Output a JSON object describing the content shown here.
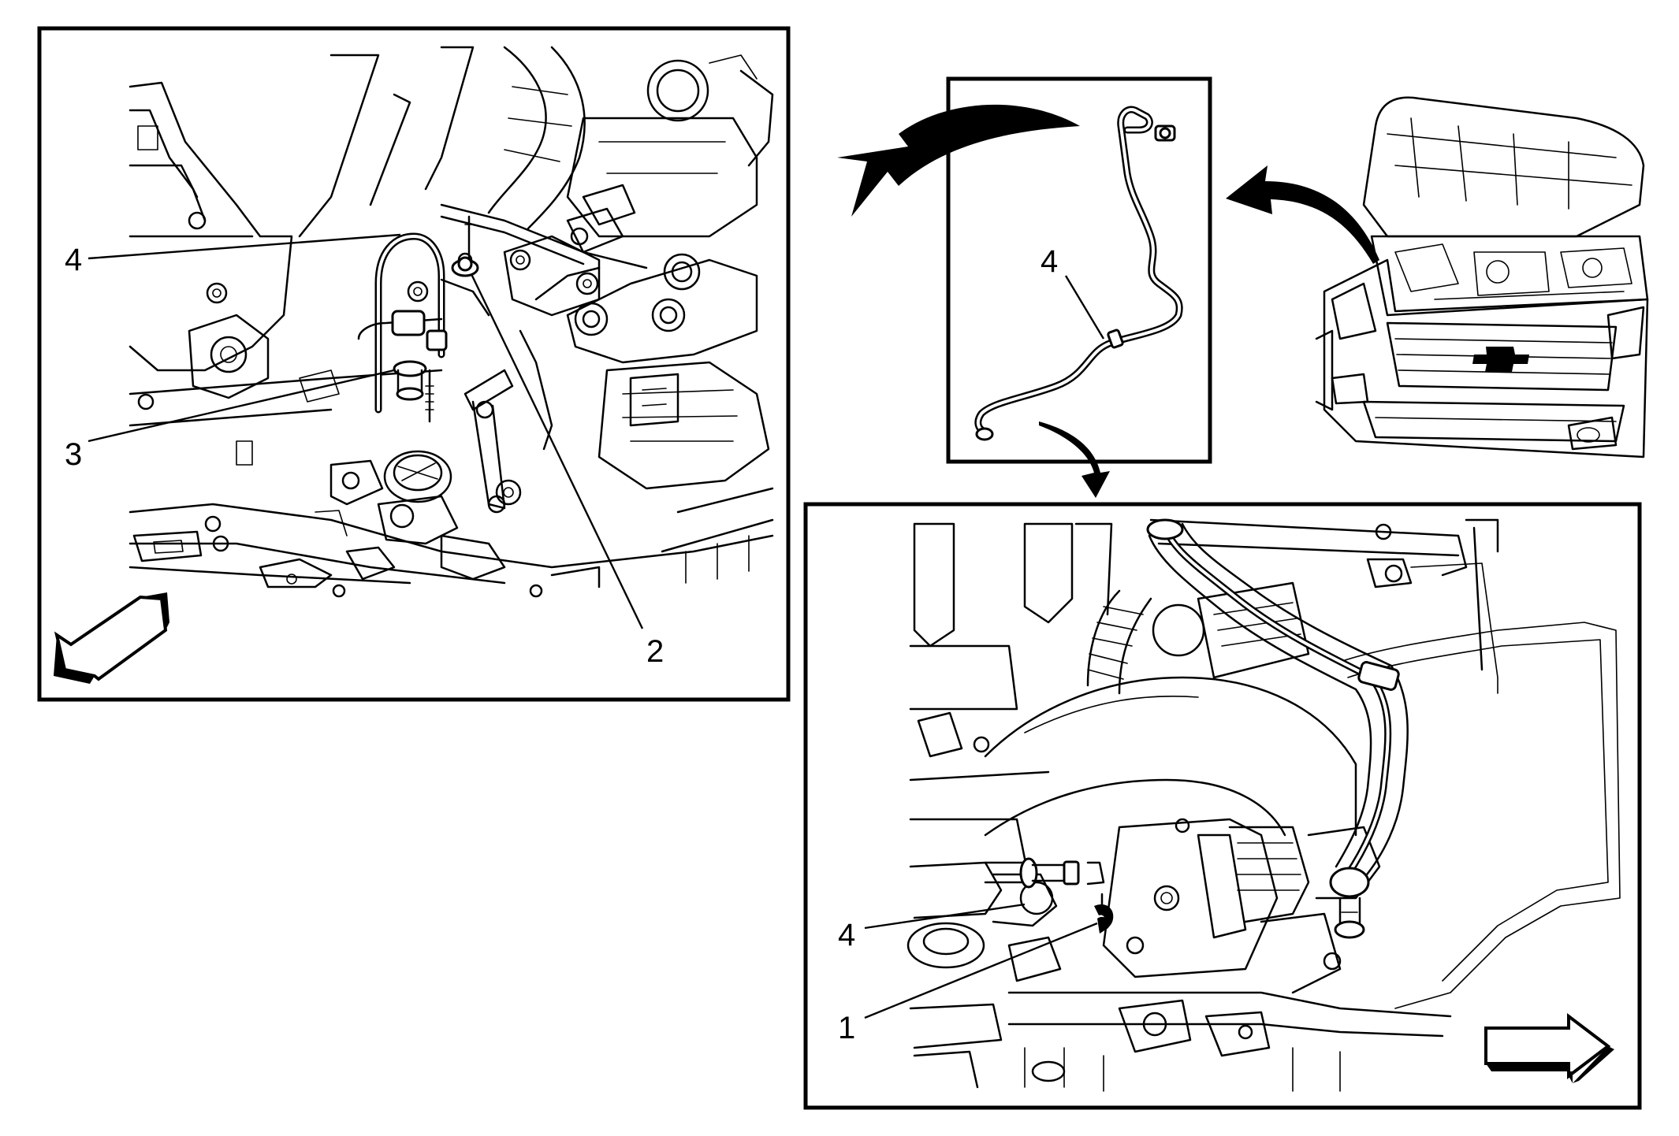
{
  "callouts": {
    "left": {
      "label_4": "4",
      "label_3": "3",
      "label_2": "2"
    },
    "center": {
      "label_4": "4"
    },
    "bottom": {
      "label_4": "4",
      "label_1": "1"
    }
  },
  "colors": {
    "line": "#000000",
    "background": "#ffffff"
  },
  "icons": {
    "left_direction_arrow": "arrow-down-left-icon",
    "bottom_direction_arrow": "arrow-right-icon",
    "flow_arrows": "curved-arrow-icon"
  }
}
